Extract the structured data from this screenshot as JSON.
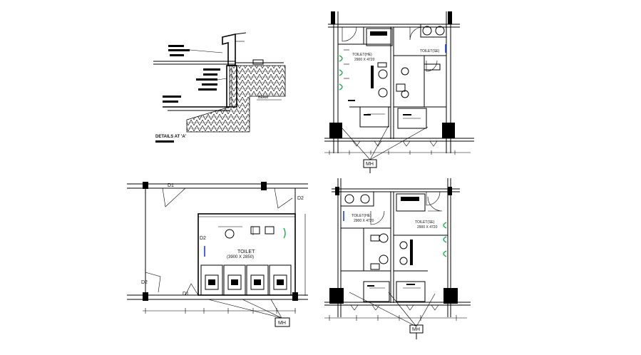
{
  "detail_a": {
    "title": "DETAILS AT 'A'",
    "beam_label": "BEAM"
  },
  "plan_top": {
    "room_label": "TOILET(HE)",
    "room_size": "2900 X 4720",
    "room2_label": "TOILET(SE)",
    "manhole": "MH"
  },
  "plan_left": {
    "door_top": "D1",
    "door_right": "D2",
    "door_inner": "D2",
    "door_left": "D2",
    "door_bottom": "D1",
    "room_label": "TOILET",
    "room_size": "(3900 X 2850)",
    "manhole": "MH"
  },
  "plan_bottom": {
    "room_label": "TOILET(HE)",
    "room_size": "2900 X 4720",
    "room2_label": "TOILET(SE)",
    "room2_size": "2900 X 4720",
    "manhole": "MH"
  },
  "colors": {
    "line": "#000000",
    "accent_blue": "#1a3cff",
    "accent_green": "#1fae4c"
  }
}
